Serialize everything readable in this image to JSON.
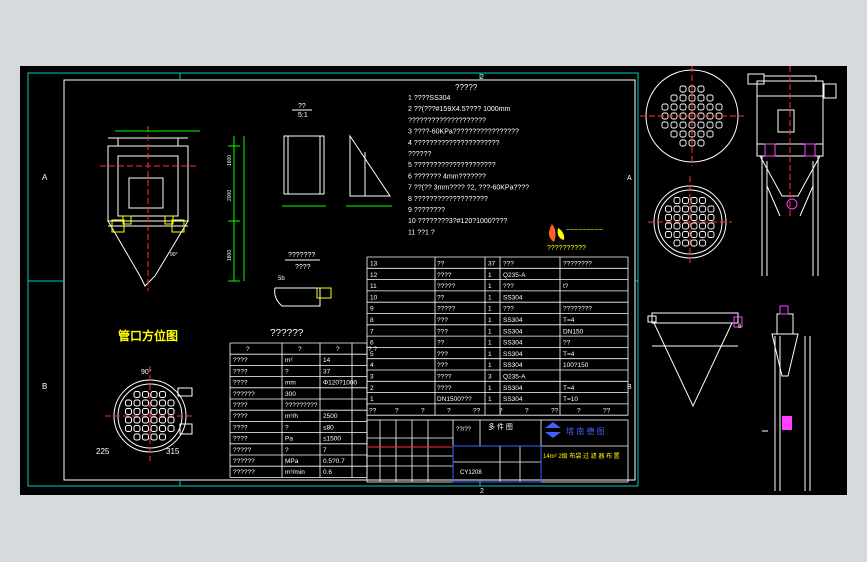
{
  "colors": {
    "background": "#000000",
    "frame": "#00c8c8",
    "text": "#ffffff",
    "yellow": "#ffff00",
    "red": "#ff3030",
    "magenta": "#ff40ff",
    "green": "#00ff00",
    "title_blue": "#4060ff"
  },
  "border": {
    "marks": {
      "top": "2",
      "left_a": "A",
      "left_b": "B",
      "right_a": "A",
      "right_b": "B",
      "bottom": "2"
    }
  },
  "notes": {
    "title": "?????",
    "lines": [
      "1  ????SS304",
      "2  ??(???#159X4.5???? 1000mm",
      "    ????????????????????",
      "3  ????-60KPa?????????????????",
      "4  ??????????????????????",
      "    ??????",
      "5  ?????????????????????",
      "6  ??????? 4mm???????",
      "7  ??(?? 3mm???? ?2, ???-60KPa????",
      "8  ???????????????????",
      "9  ????????",
      "10  ????????3?#120?1000????",
      "11  ??1  ?"
    ]
  },
  "details": {
    "detail1": {
      "label": "??",
      "scale": "5:1"
    },
    "detail2": {
      "label1": "???????",
      "label2": "????",
      "dim": "5b"
    }
  },
  "orientation": {
    "title": "管口方位图",
    "angle": "90°",
    "dim_left": "225",
    "dim_right": "315"
  },
  "spec_table": {
    "title": "??????",
    "headers": [
      "?",
      "?",
      "?",
      "?  ?"
    ],
    "rows": [
      [
        "????",
        "m²",
        "14"
      ],
      [
        "????",
        "?",
        "37"
      ],
      [
        "????",
        "mm",
        "Φ120?1000"
      ],
      [
        "??????",
        "300",
        ""
      ],
      [
        "????",
        "?????????",
        ""
      ],
      [
        "????",
        "m³/h",
        "2500"
      ],
      [
        "????",
        "?",
        "≤80"
      ],
      [
        "????",
        "Pa",
        "≤1500"
      ],
      [
        "?????",
        "?",
        "7"
      ],
      [
        "??????",
        "MPa",
        "0.5?0.7"
      ],
      [
        "??????",
        "m³/min",
        "0.6"
      ]
    ]
  },
  "parts_table": {
    "rows": [
      [
        "13",
        "??",
        "37",
        "???",
        "????????"
      ],
      [
        "12",
        "????",
        "1",
        "Q235-A",
        ""
      ],
      [
        "11",
        "?????",
        "1",
        "???",
        "t?"
      ],
      [
        "10",
        "??",
        "1",
        "SS304",
        ""
      ],
      [
        "9",
        "?????",
        "1",
        "???",
        "????????"
      ],
      [
        "8",
        "???",
        "1",
        "SS304",
        "T=4"
      ],
      [
        "7",
        "???",
        "1",
        "SS304",
        "DN150"
      ],
      [
        "6",
        "??",
        "1",
        "SS304",
        "??"
      ],
      [
        "5",
        "???",
        "1",
        "SS304",
        "T=4"
      ],
      [
        "4",
        "???",
        "1",
        "SS304",
        "100?150"
      ],
      [
        "3",
        "????",
        "3",
        "Q235-A",
        ""
      ],
      [
        "2",
        "????",
        "1",
        "SS304",
        "T=4"
      ],
      [
        "1",
        "DN1500???",
        "1",
        "SS304",
        "T=10"
      ]
    ],
    "header": [
      "??",
      "?",
      "?",
      "?",
      "??",
      "?",
      "?",
      "??",
      "?",
      "??"
    ]
  },
  "title_block": {
    "cell_a": "??/??",
    "cell_b": "多  件  图",
    "company": "塔  南  德  图",
    "drawing_name": "14m² 2级 布袋 过 滤 器 布 置",
    "code": "CY1208"
  },
  "logo_caption": "??????????",
  "number_labels": {
    "label_6": "6"
  }
}
